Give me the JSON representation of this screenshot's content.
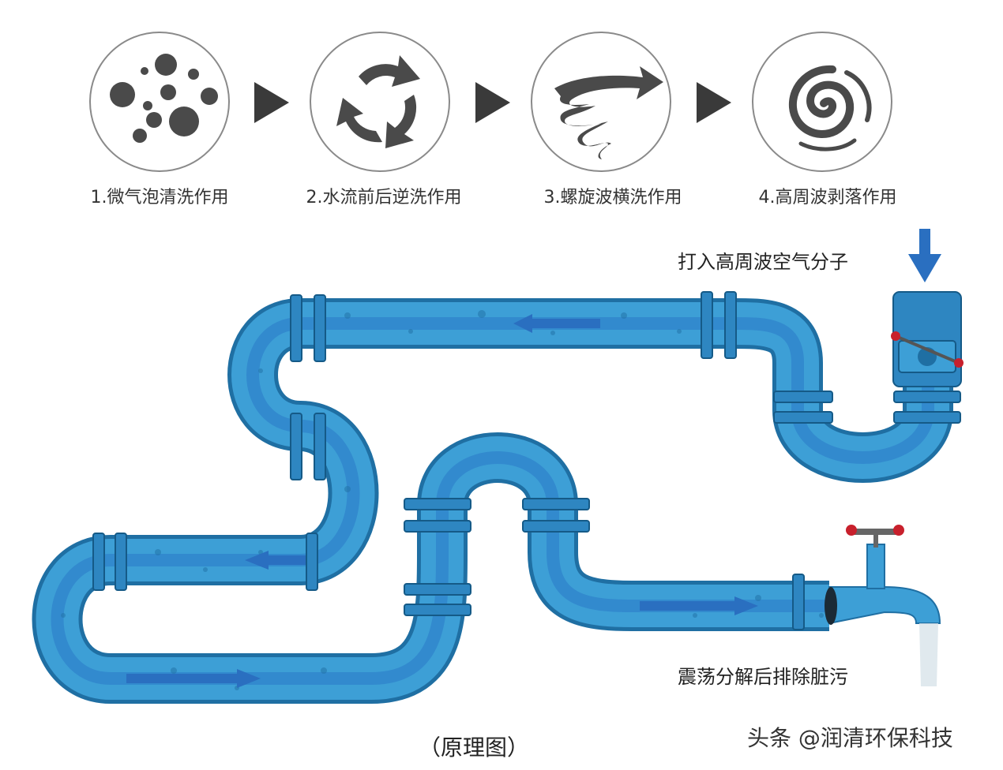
{
  "steps": [
    {
      "label": "1.微气泡清洗作用",
      "icon": "bubbles-icon"
    },
    {
      "label": "2.水流前后逆洗作用",
      "icon": "circular-arrows-icon"
    },
    {
      "label": "3.螺旋波横洗作用",
      "icon": "spiral-arrow-icon"
    },
    {
      "label": "4.高周波剥落作用",
      "icon": "swirl-icon"
    }
  ],
  "notes": {
    "inlet": "打入高周波空气分子",
    "outlet": "震荡分解后排除脏污"
  },
  "caption": "（原理图）",
  "watermark": "头条 @润清环保科技",
  "colors": {
    "pipe": "#3d9fd6",
    "pipe_dark": "#1f6fa3",
    "pipe_light": "#7cc6ee",
    "flow": "#2a78c8",
    "icon": "#4a4a4a",
    "inlet_arrow": "#2a6fc0",
    "valve_knob": "#c8202c"
  }
}
